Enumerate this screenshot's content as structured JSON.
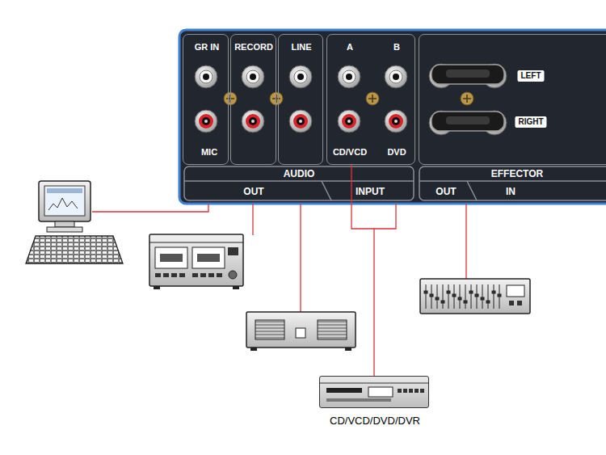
{
  "diagram": {
    "nodes": [
      {
        "text": [
          "GR IN",
          "MIC"
        ]
      },
      {
        "text": [
          "RECORD"
        ]
      },
      {
        "text": [
          "LINE"
        ]
      },
      {
        "text": [
          "A",
          "B",
          "CD/VCD",
          "DVD"
        ]
      },
      {
        "text": [
          "LEFT",
          "RIGHT"
        ]
      },
      {
        "text": [
          "CD/VCD/DVD/DVR"
        ]
      }
    ],
    "edges": [
      {
        "from": 3,
        "to": 5,
        "arrow": "none"
      }
    ],
    "labels": [
      "AUDIO",
      "OUT",
      "INPUT",
      "EFFECTOR",
      "OUT",
      "IN"
    ]
  }
}
